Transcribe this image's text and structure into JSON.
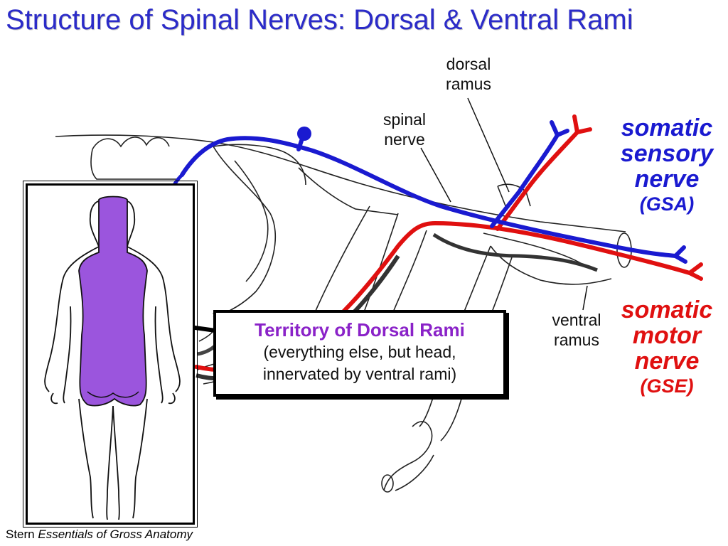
{
  "slide": {
    "title": "Structure of Spinal Nerves: Dorsal & Ventral Rami"
  },
  "labels": {
    "dorsal_ramus": "dorsal\nramus",
    "spinal_nerve": "spinal\nnerve",
    "ventral_ramus": "ventral\nramus"
  },
  "sensory": {
    "line1": "somatic",
    "line2": "sensory",
    "line3": "nerve",
    "code": "(GSA)"
  },
  "motor": {
    "line1": "somatic",
    "line2": "motor",
    "line3": "nerve",
    "code": "(GSE)"
  },
  "callout": {
    "title": "Territory of Dorsal Rami",
    "description": "(everything else, but head,\ninnervated by ventral rami)"
  },
  "credit": {
    "author": "Stern",
    "work": "Essentials of Gross Anatomy"
  },
  "colors": {
    "sensory": "#1a1ad0",
    "motor": "#e01010",
    "territory": "#9b55dd",
    "title": "#2b2bc8"
  }
}
